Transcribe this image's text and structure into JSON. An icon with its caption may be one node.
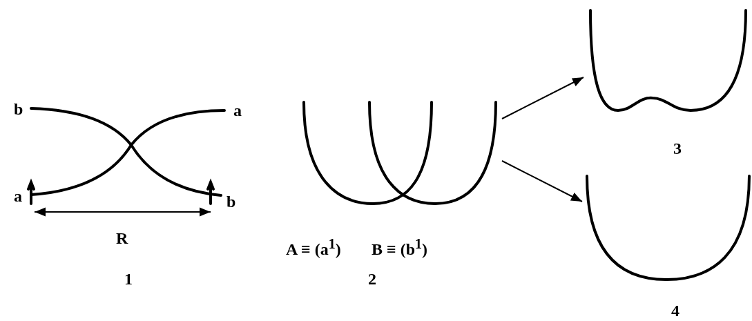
{
  "diagram": {
    "nodes": [
      {
        "text": [],
        "shape": "picture"
      },
      {
        "text": [],
        "shape": "picture"
      },
      {
        "text": [],
        "shape": "picture",
        "beside": [
          "3"
        ]
      },
      {
        "text": [],
        "shape": "picture",
        "beside": [
          "4"
        ]
      }
    ],
    "edges": [
      {
        "from": 1,
        "to": 2,
        "arrow": "to"
      },
      {
        "from": 1,
        "to": 3,
        "arrow": "to"
      }
    ],
    "labels": [
      "b",
      "a",
      "a",
      "b",
      "R",
      "A ≡ (a$^{1}$)",
      "B ≡ (b$^{1}$)",
      "1",
      "2"
    ]
  }
}
